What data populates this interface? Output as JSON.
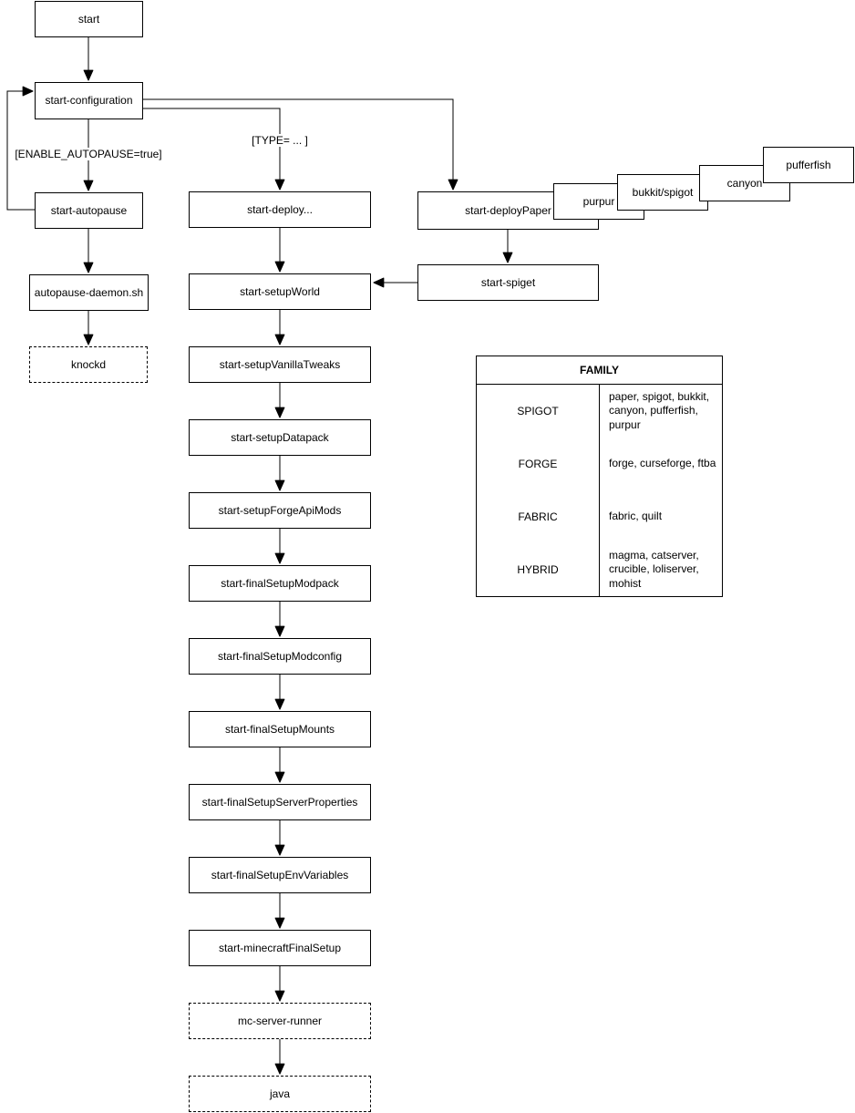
{
  "diagram": {
    "nodes": {
      "start": {
        "label": "start"
      },
      "start_configuration": {
        "label": "start-configuration"
      },
      "start_autopause": {
        "label": "start-autopause"
      },
      "autopause_daemon": {
        "label": "autopause-daemon.sh"
      },
      "knockd": {
        "label": "knockd"
      },
      "start_deploy": {
        "label": "start-deploy..."
      },
      "start_deploy_paper": {
        "label": "start-deployPaper"
      },
      "purpur": {
        "label": "purpur"
      },
      "bukkit_spigot": {
        "label": "bukkit/spigot"
      },
      "canyon": {
        "label": "canyon"
      },
      "pufferfish": {
        "label": "pufferfish"
      },
      "start_spiget": {
        "label": "start-spiget"
      },
      "start_setup_world": {
        "label": "start-setupWorld"
      },
      "start_setup_vanilla_tweaks": {
        "label": "start-setupVanillaTweaks"
      },
      "start_setup_datapack": {
        "label": "start-setupDatapack"
      },
      "start_setup_forge_api_mods": {
        "label": "start-setupForgeApiMods"
      },
      "start_final_setup_modpack": {
        "label": "start-finalSetupModpack"
      },
      "start_final_setup_modconfig": {
        "label": "start-finalSetupModconfig"
      },
      "start_final_setup_mounts": {
        "label": "start-finalSetupMounts"
      },
      "start_final_setup_server_properties": {
        "label": "start-finalSetupServerProperties"
      },
      "start_final_setup_env_variables": {
        "label": "start-finalSetupEnvVariables"
      },
      "start_minecraft_final_setup": {
        "label": "start-minecraftFinalSetup"
      },
      "mc_server_runner": {
        "label": "mc-server-runner"
      },
      "java": {
        "label": "java"
      }
    },
    "edge_labels": {
      "enable_autopause": "[ENABLE_AUTOPAUSE=true]",
      "type_condition": "[TYPE= ... ]"
    },
    "family_table": {
      "title": "FAMILY",
      "rows": [
        {
          "family": "SPIGOT",
          "servers": "paper, spigot, bukkit, canyon, pufferfish, purpur"
        },
        {
          "family": "FORGE",
          "servers": "forge, curseforge, ftba"
        },
        {
          "family": "FABRIC",
          "servers": "fabric, quilt"
        },
        {
          "family": "HYBRID",
          "servers": "magma, catserver, crucible, loliserver, mohist"
        }
      ]
    },
    "colors": {
      "stroke": "#000000",
      "background": "#ffffff"
    }
  }
}
